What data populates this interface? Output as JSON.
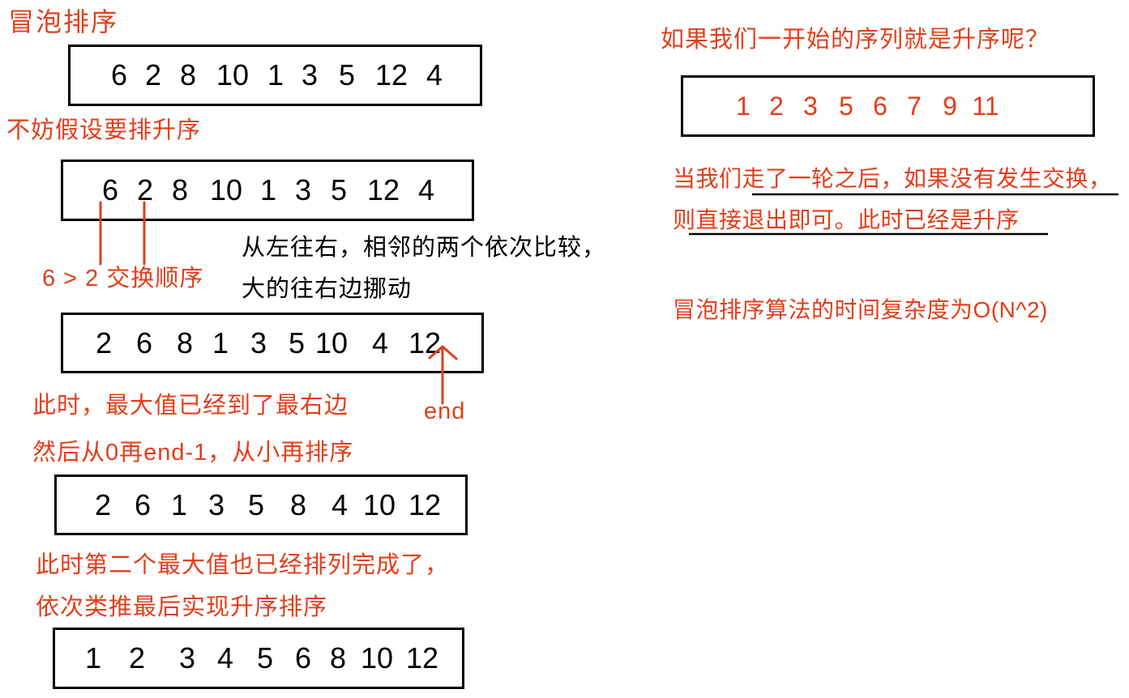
{
  "title": "冒泡排序",
  "initial_array": {
    "values": [
      6,
      2,
      8,
      10,
      1,
      3,
      5,
      12,
      4
    ]
  },
  "assumption": "不妨假设要排升序",
  "pass1_start": {
    "values": [
      6,
      2,
      8,
      10,
      1,
      3,
      5,
      12,
      4
    ]
  },
  "compare_note": "6 > 2 交换顺序",
  "explanation": [
    "从左往右，相邻的两个依次比较，",
    "大的往右边挪动"
  ],
  "pass1_result": {
    "values": [
      2,
      6,
      8,
      1,
      3,
      5,
      10,
      4,
      12
    ]
  },
  "end_label": "end",
  "note_max_right": "此时，最大值已经到了最右边",
  "note_next_pass": "然后从0再end-1，从小再排序",
  "pass2_result": {
    "values": [
      2,
      6,
      1,
      3,
      5,
      8,
      4,
      10,
      12
    ]
  },
  "note_second_max": "此时第二个最大值也已经排列完成了，",
  "note_repeat": "依次类推最后实现升序排序",
  "final_array": {
    "values": [
      1,
      2,
      3,
      4,
      5,
      6,
      8,
      10,
      12
    ]
  },
  "question": "如果我们一开始的序列就是升序呢？",
  "sorted_example": {
    "values": [
      1,
      2,
      3,
      5,
      6,
      7,
      9,
      11
    ]
  },
  "early_exit": [
    "当我们走了一轮之后，如果没有发生交换，",
    "则直接退出即可。此时已经是升序"
  ],
  "complexity": "冒泡排序算法的时间复杂度为O(N^2)",
  "colors": {
    "annotation": "#e43d1a",
    "text": "#000000",
    "box_border": "#000000"
  }
}
